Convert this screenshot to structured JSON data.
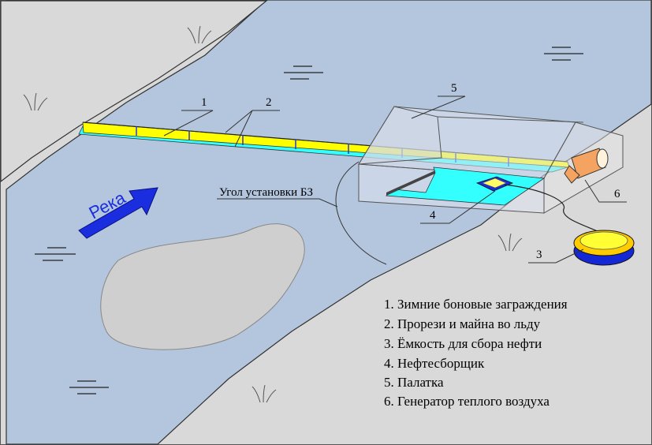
{
  "diagram": {
    "river_label": "Река",
    "angle_label": "Угол установки БЗ",
    "callouts": {
      "boom": "1",
      "slots": "2",
      "tank": "3",
      "skimmer": "4",
      "tent": "5",
      "generator": "6"
    },
    "legend": [
      "1. Зимние боновые заграждения",
      "2. Прорези и майна во льду",
      "3. Ёмкость для сбора нефти",
      "4. Нефтесборщик",
      "5. Палатка",
      "6. Генератор теплого воздуха"
    ],
    "colors": {
      "bank": "#d9d9d9",
      "river": "#b4c6de",
      "boom": "#ffff00",
      "ice_slot": "#33ffff",
      "arrow": "#1a2ee0",
      "generator": "#f4a460",
      "island": "#cfcfcf",
      "tank_ring": "#1428d6"
    }
  }
}
